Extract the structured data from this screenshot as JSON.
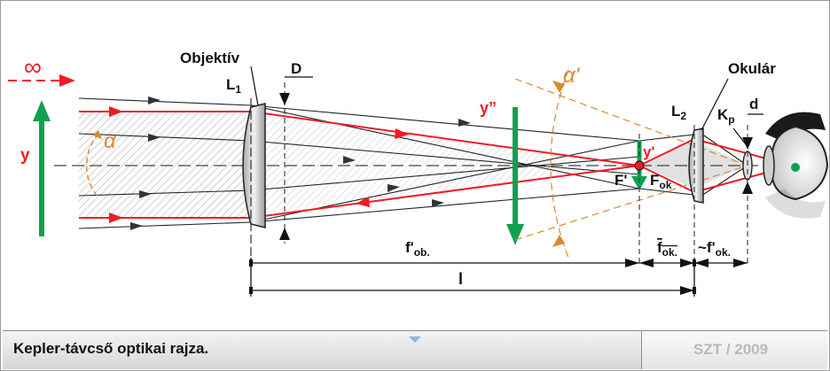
{
  "caption": "Kepler-távcső optikai rajza.",
  "credit": "SZT / 2009",
  "labels": {
    "infinity": "∞",
    "y": "y",
    "alpha": "α",
    "objective": "Objektív",
    "L1": "L",
    "L1_sub": "1",
    "D": "D",
    "y_double_prime": "y”",
    "alpha_prime": "α'",
    "y_prime": "y'",
    "F_prime": "F'",
    "F_ok": "F",
    "F_ok_sub": "ok",
    "L2": "L",
    "L2_sub": "2",
    "eyepiece": "Okulár",
    "Kp": "K",
    "Kp_sub": "p",
    "d": "d",
    "f_ob": "f'",
    "f_ob_sub": "ob.",
    "f_ok": "f",
    "f_ok_sub": "ok.",
    "f_ok_prime_pre": "~f'",
    "f_ok_prime_sub": "ok.",
    "l": "l"
  },
  "colors": {
    "ray_red": "#ee1c25",
    "object_green": "#10a050",
    "angle_orange": "#d88a30",
    "ray_black": "#222222"
  }
}
